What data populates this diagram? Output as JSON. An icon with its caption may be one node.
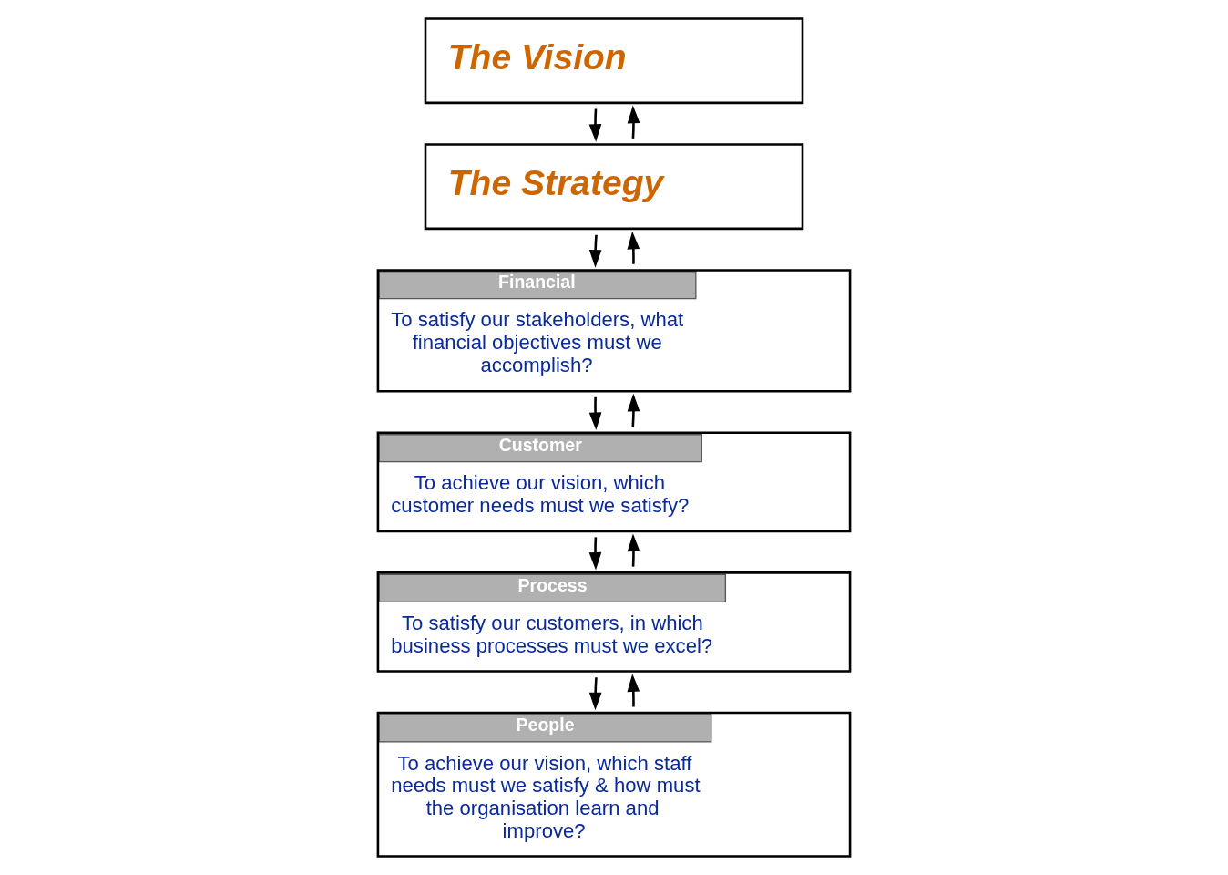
{
  "diagram": {
    "nodes": [
      {
        "text": [
          "The Vision"
        ]
      },
      {
        "text": [
          "The Strategy"
        ]
      },
      {
        "text": [
          "Financial",
          "To satisfy our stakeholders, what financial objectives must we accomplish?"
        ]
      },
      {
        "text": [
          "Customer",
          "To achieve our vision, which customer needs must we satisfy?"
        ]
      },
      {
        "text": [
          "Process",
          "To satisfy our customers, in which business processes must we excel?"
        ]
      },
      {
        "text": [
          "People",
          "To achieve our vision, which staff needs must we satisfy & how must the organisation learn and improve?"
        ]
      }
    ],
    "edges": [
      {
        "from": 0,
        "to": 1,
        "arrow": "to"
      },
      {
        "from": 1,
        "to": 0,
        "arrow": "to"
      },
      {
        "from": 1,
        "to": 2,
        "arrow": "to"
      },
      {
        "from": 2,
        "to": 1,
        "arrow": "to"
      },
      {
        "from": 2,
        "to": 3,
        "arrow": "to"
      },
      {
        "from": 3,
        "to": 2,
        "arrow": "to"
      },
      {
        "from": 3,
        "to": 4,
        "arrow": "to"
      },
      {
        "from": 4,
        "to": 3,
        "arrow": "to"
      },
      {
        "from": 4,
        "to": 5,
        "arrow": "to"
      },
      {
        "from": 5,
        "to": 4,
        "arrow": "to"
      }
    ]
  }
}
